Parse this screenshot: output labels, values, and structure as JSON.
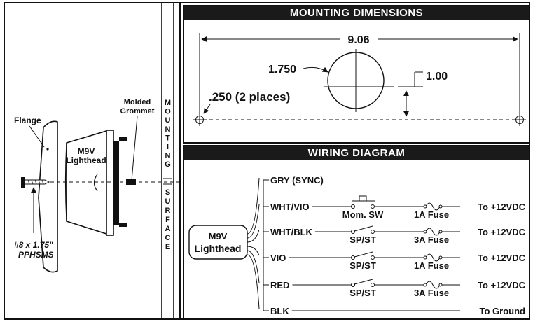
{
  "mounting": {
    "header": "MOUNTING DIMENSIONS",
    "width_label": "9.06",
    "diameter_label": "1.750",
    "offset_label": "1.00",
    "hole_label": ".250 (2 places)"
  },
  "wiring": {
    "header": "WIRING DIAGRAM",
    "lighthead_line1": "M9V",
    "lighthead_line2": "Lighthead",
    "wires": [
      {
        "label": "GRY (SYNC)",
        "switch": "",
        "fuse": "",
        "dest": ""
      },
      {
        "label": "WHT/VIO",
        "switch": "Mom. SW",
        "fuse": "1A Fuse",
        "dest": "To +12VDC"
      },
      {
        "label": "WHT/BLK",
        "switch": "SP/ST",
        "fuse": "3A Fuse",
        "dest": "To +12VDC"
      },
      {
        "label": "VIO",
        "switch": "SP/ST",
        "fuse": "1A Fuse",
        "dest": "To +12VDC"
      },
      {
        "label": "RED",
        "switch": "SP/ST",
        "fuse": "3A Fuse",
        "dest": "To +12VDC"
      },
      {
        "label": "BLK",
        "switch": "",
        "fuse": "",
        "dest": "To Ground"
      }
    ]
  },
  "side_view": {
    "flange": "Flange",
    "grommet_line1": "Molded",
    "grommet_line2": "Grommet",
    "lighthead_line1": "M9V",
    "lighthead_line2": "Lighthead",
    "screw_line1": "#8 x 1.75\"",
    "screw_line2": "PPHSMS",
    "mounting_letters": [
      "M",
      "O",
      "U",
      "N",
      "T",
      "I",
      "N",
      "G"
    ],
    "surface_letters": [
      "S",
      "U",
      "R",
      "F",
      "A",
      "C",
      "E"
    ]
  }
}
